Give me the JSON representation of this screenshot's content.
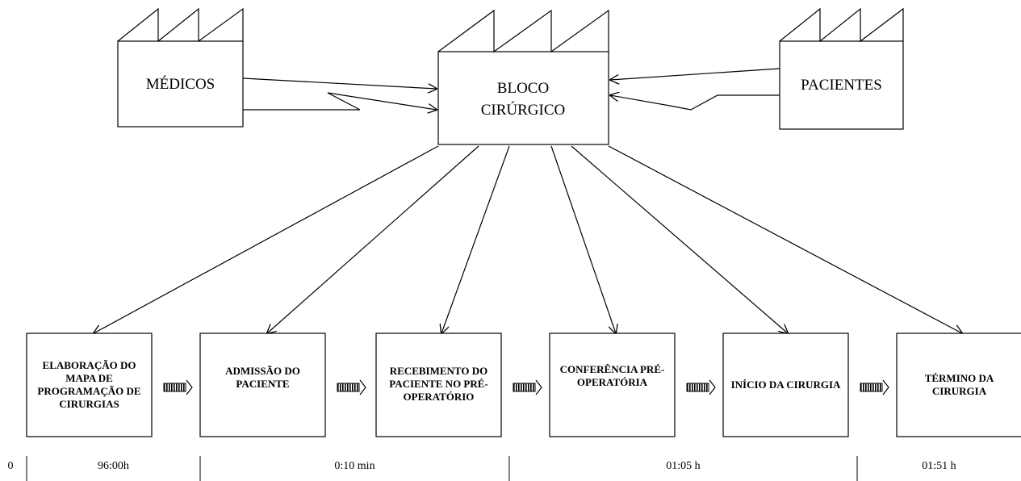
{
  "factories": {
    "medicos": "MÉDICOS",
    "bloco": "BLOCO CIRÚRGICO",
    "pacientes": "PACIENTES"
  },
  "steps": [
    "ELABORAÇÃO DO MAPA DE PROGRAMAÇÃO DE CIRURGIAS",
    "ADMISSÃO DO PACIENTE",
    "RECEBIMENTO DO PACIENTE NO PRÉ-OPERATÓRIO",
    "CONFERÊNCIA PRÉ-OPERATÓRIA",
    "INÍCIO DA CIRURGIA",
    "TÉRMINO DA CIRURGIA"
  ],
  "timeline": {
    "start": "0",
    "segments": [
      "96:00h",
      "0:10 min",
      "01:05 h",
      "01:51 h"
    ]
  }
}
